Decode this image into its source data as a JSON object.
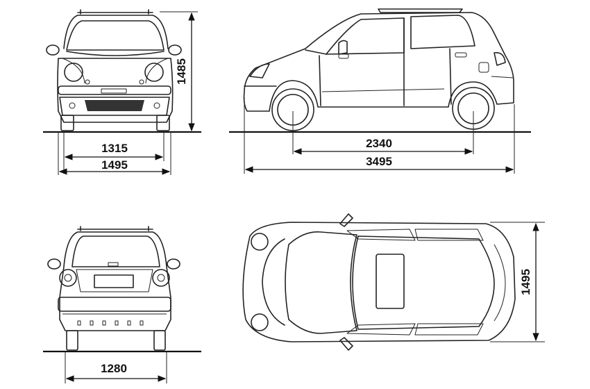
{
  "dimensions": {
    "front_height": "1485",
    "front_track": "1315",
    "front_width": "1495",
    "wheelbase": "2340",
    "overall_length": "3495",
    "rear_track": "1280",
    "top_width": "1495"
  }
}
